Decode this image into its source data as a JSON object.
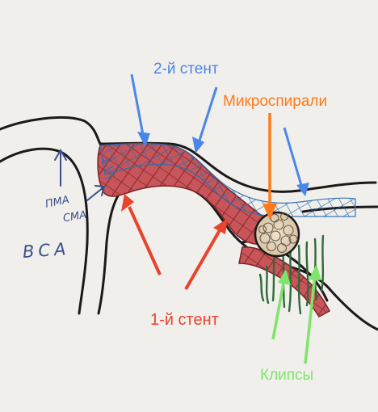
{
  "labels": {
    "stent2": "2-й стент",
    "microcoils": "Микроспирали",
    "stent1": "1-й стент",
    "clips": "Клипсы",
    "pma": "ПМА",
    "sma": "СМА",
    "vsa": "ВСА"
  },
  "colors": {
    "stent2": "#4a86e8",
    "microcoils": "#ff7b1a",
    "stent1": "#e8432c",
    "clips": "#7ee46a",
    "vessel_fill": "#c8555a",
    "vessel_outline": "#1a1a1a",
    "mesh_blue": "#2b6fb0",
    "handwriting": "#3b4f8a",
    "background": "#f1efec"
  }
}
